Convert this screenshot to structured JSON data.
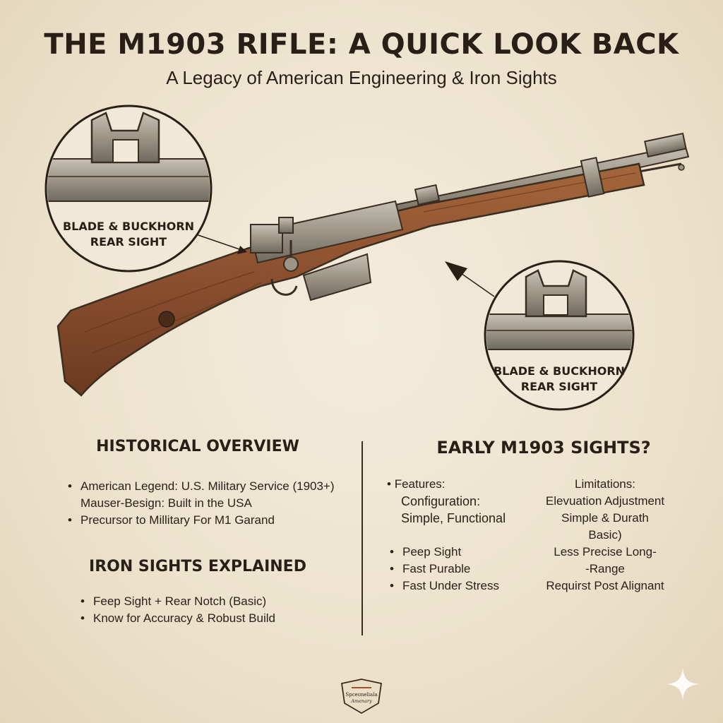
{
  "header": {
    "title": "THE M1903 RIFLE: A QUICK LOOK BACK",
    "subtitle": "A Legacy of American Engineering & Iron Sights"
  },
  "callouts": {
    "left": {
      "line1": "BLADE & BUCKHORN",
      "line2": "REAR SIGHT"
    },
    "right": {
      "line1": "BLADE & BUCKHORN",
      "line2": "REAR SIGHT"
    }
  },
  "historical": {
    "heading": "HISTORICAL OVERVIEW",
    "items": [
      "American Legend: U.S. Military Service (1903+)",
      "Mauser-Besign: Built in the USA",
      "Precursor to Millitary For M1 Garand"
    ]
  },
  "iron_sights": {
    "heading": "IRON SIGHTS EXPLAINED",
    "items": [
      "Feep Sight + Rear Notch (Basic)",
      "Know for Accuracy & Robust Build"
    ]
  },
  "early_sights": {
    "heading": "EARLY M1903 SIGHTS?",
    "features_label": "Features:",
    "config_label": "Configuration:",
    "config_value": "Simple, Functional",
    "feature_items": [
      "Peep Sight",
      "Fast Purable",
      "Fast Under Stress"
    ],
    "limitations_label": "Limitations:",
    "limitation_lines": [
      "Elevuation Adjustment",
      "Simple & Durath",
      "Basic)",
      "Less Precise Long-",
      "-Range",
      "Requirst Post Alignant"
    ]
  },
  "badge": {
    "line1": "Spceoneliala",
    "line2": "Amenary"
  },
  "colors": {
    "paper": "#efe6d3",
    "ink": "#2a1f17",
    "wood": "#8a4f2e",
    "metal": "#9c9586"
  }
}
